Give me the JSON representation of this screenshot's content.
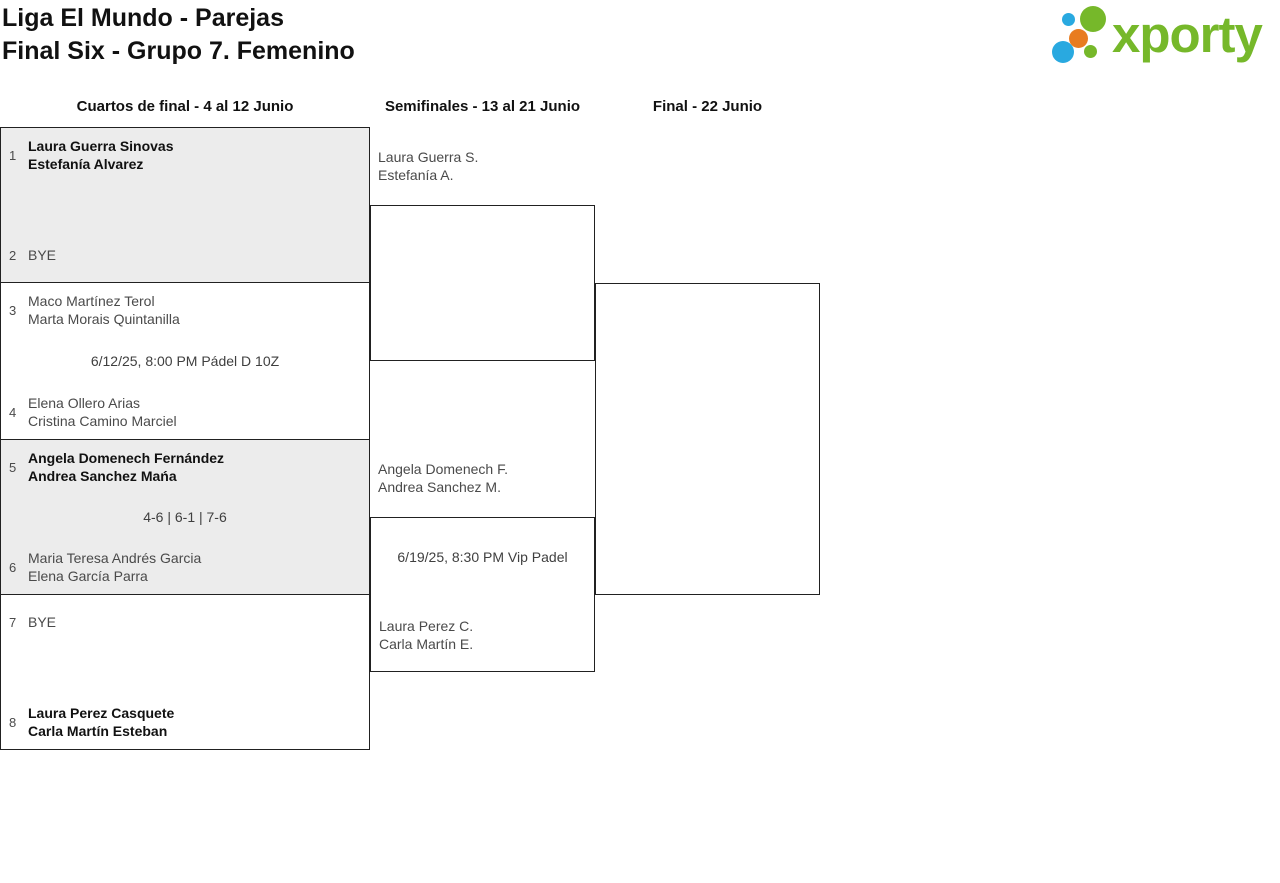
{
  "header": {
    "title_line1": "Liga El Mundo - Parejas",
    "title_line2": "Final Six - Grupo 7. Femenino",
    "logo_text": "xporty"
  },
  "colors": {
    "brand_green": "#76b82a",
    "brand_blue": "#29a9e0",
    "brand_orange": "#e87c20",
    "highlight_box_bg": "#ececec",
    "box_border": "#212121"
  },
  "rounds": {
    "quarterfinals_header": "Cuartos de final - 4 al 12 Junio",
    "semifinals_header": "Semifinales - 13 al 21 Junio",
    "final_header": "Final - 22 Junio"
  },
  "bracket": {
    "quarterfinals": [
      {
        "seed_top": "1",
        "team_top_line1": "Laura Guerra Sinovas",
        "team_top_line2": "Estefanía Alvarez",
        "center_info": "",
        "seed_bottom": "2",
        "team_bottom_line1": "BYE",
        "team_bottom_line2": ""
      },
      {
        "seed_top": "3",
        "team_top_line1": "Maco Martínez Terol",
        "team_top_line2": "Marta Morais Quintanilla",
        "center_info": "6/12/25, 8:00 PM Pádel D 10Z",
        "seed_bottom": "4",
        "team_bottom_line1": "Elena Ollero Arias",
        "team_bottom_line2": "Cristina Camino Marciel"
      },
      {
        "seed_top": "5",
        "team_top_line1": "Angela Domenech Fernández",
        "team_top_line2": "Andrea Sanchez Mańa",
        "center_info": "4-6 | 6-1 | 7-6",
        "seed_bottom": "6",
        "team_bottom_line1": "Maria Teresa Andrés Garcia",
        "team_bottom_line2": "Elena García Parra"
      },
      {
        "seed_top": "7",
        "team_top_line1": "BYE",
        "team_top_line2": "",
        "center_info": "",
        "seed_bottom": "8",
        "team_bottom_line1": "Laura Perez Casquete",
        "team_bottom_line2": "Carla Martín Esteban"
      }
    ],
    "semifinals": [
      {
        "team_top_line1": "Laura Guerra S.",
        "team_top_line2": "Estefanía A.",
        "center_info": "",
        "team_bottom_line1": "",
        "team_bottom_line2": ""
      },
      {
        "team_top_line1": "Angela Domenech F.",
        "team_top_line2": "Andrea Sanchez M.",
        "center_info": "6/19/25, 8:30 PM Vip Padel",
        "team_bottom_line1": "Laura Perez C.",
        "team_bottom_line2": "Carla Martín E."
      }
    ]
  }
}
